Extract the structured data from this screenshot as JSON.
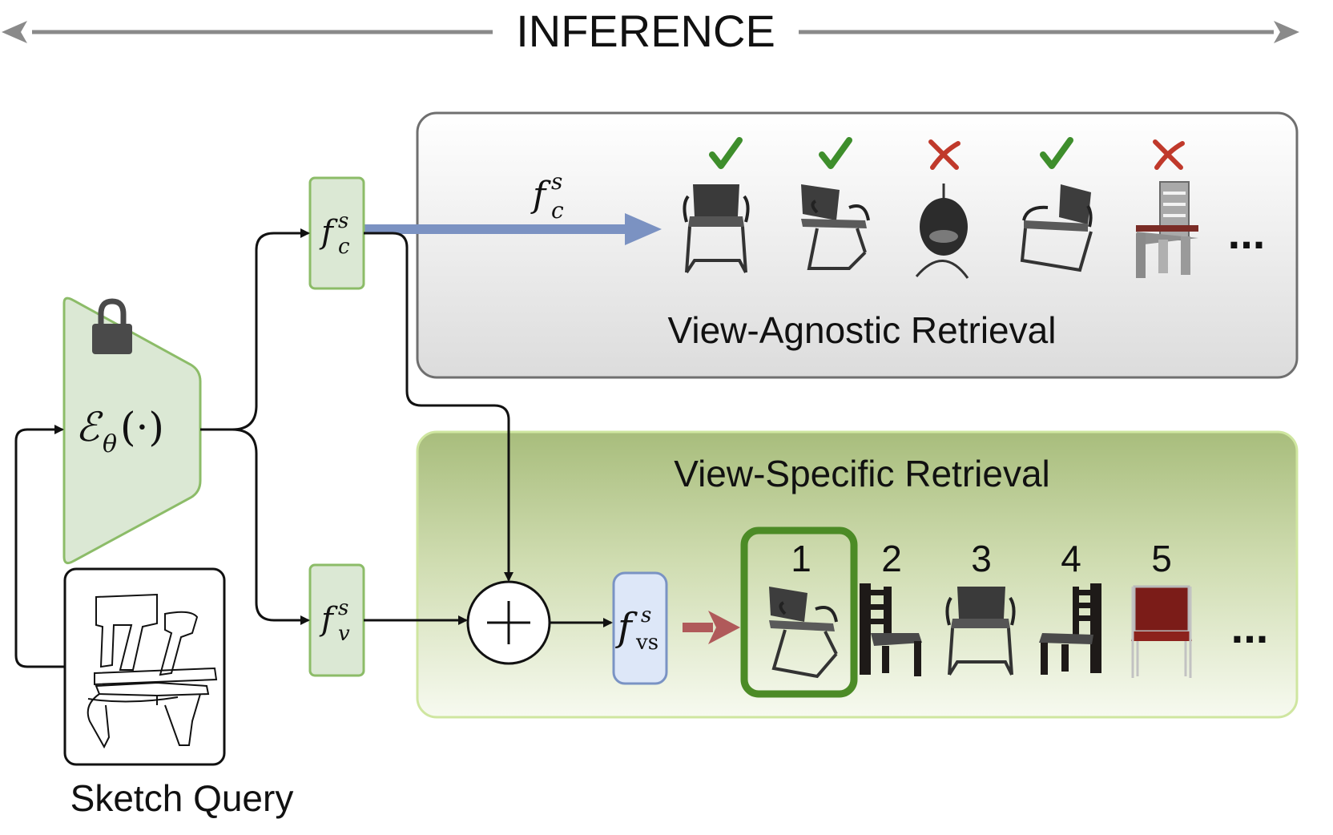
{
  "header": {
    "title": "INFERENCE"
  },
  "encoder": {
    "label_main": "ℰ",
    "label_sub": "θ",
    "label_args": "(·)",
    "lock_icon": "lock-icon"
  },
  "features": {
    "fc": {
      "base": "f",
      "sup": "s",
      "sub": "c"
    },
    "fv": {
      "base": "f",
      "sup": "s",
      "sub": "v"
    },
    "fvs": {
      "base": "f",
      "sup": "s",
      "sub": "vs"
    },
    "combine_symbol": "+"
  },
  "view_agnostic": {
    "title": "View-Agnostic Retrieval",
    "arrow_label": {
      "base": "f",
      "sup": "s",
      "sub": "c"
    },
    "results": [
      {
        "icon": "chair-black-cantilever-icon",
        "mark": "check"
      },
      {
        "icon": "chair-office-armrest-icon",
        "mark": "check"
      },
      {
        "icon": "chair-egg-pod-icon",
        "mark": "cross"
      },
      {
        "icon": "chair-office-armrest-icon",
        "mark": "check"
      },
      {
        "icon": "chair-ladder-back-icon",
        "mark": "cross"
      }
    ],
    "ellipsis": "..."
  },
  "view_specific": {
    "title": "View-Specific Retrieval",
    "ranks": [
      "1",
      "2",
      "3",
      "4",
      "5"
    ],
    "results": [
      {
        "icon": "chair-office-armrest-icon",
        "highlighted": true
      },
      {
        "icon": "chair-wooden-dark-icon",
        "highlighted": false
      },
      {
        "icon": "chair-black-cantilever-icon",
        "highlighted": false
      },
      {
        "icon": "chair-wooden-dark-icon",
        "highlighted": false
      },
      {
        "icon": "chair-red-metal-icon",
        "highlighted": false
      }
    ],
    "ellipsis": "..."
  },
  "sketch": {
    "label": "Sketch Query",
    "icon": "sketch-chair-icon"
  },
  "colors": {
    "green_fill": "#dbe8d4",
    "green_stroke": "#8cbc68",
    "blue_fill": "#dde7f8",
    "blue_stroke": "#7a93c4",
    "blue_arrow": "#7b92c2",
    "red_arrow": "#b05a5a",
    "check": "#3e8e2c",
    "cross": "#c0392b",
    "highlight": "#4c8b26",
    "gray_box": "#6f6f6f",
    "green_box_top": "#a6bb7b",
    "green_box_border": "#cfe6a0"
  }
}
